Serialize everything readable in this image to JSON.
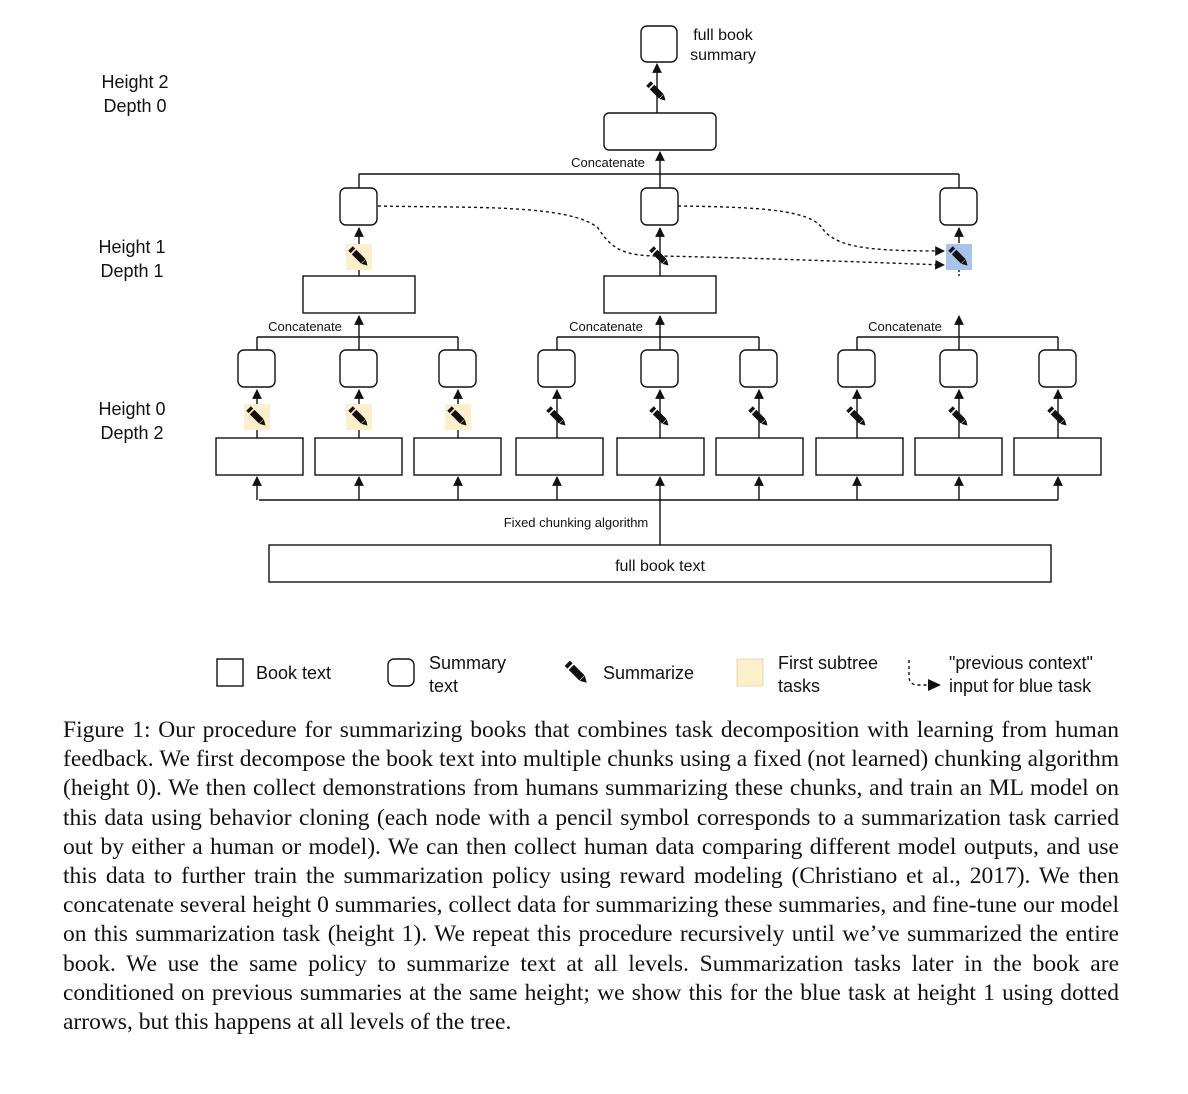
{
  "levels": [
    {
      "height_label": "Height 2",
      "depth_label": "Depth 0"
    },
    {
      "height_label": "Height 1",
      "depth_label": "Depth 1"
    },
    {
      "height_label": "Height 0",
      "depth_label": "Depth 2"
    }
  ],
  "node_labels": {
    "full_book_summary_line1": "full book",
    "full_book_summary_line2": "summary",
    "full_book_text": "full book text"
  },
  "edge_labels": {
    "concatenate": "Concatenate",
    "fixed_chunking": "Fixed chunking algorithm"
  },
  "legend": {
    "book_text": "Book text",
    "summary_text_line1": "Summary",
    "summary_text_line2": "text",
    "summarize": "Summarize",
    "first_subtree_line1": "First subtree",
    "first_subtree_line2": "tasks",
    "previous_context_line1": "\"previous context\"",
    "previous_context_line2": "input for blue task"
  },
  "colors": {
    "first_subtree_highlight": "#fbefcc",
    "blue_task_highlight": "#a9c4e8",
    "ink": "#111111"
  },
  "caption": "Figure 1:  Our procedure for summarizing books that combines task decomposition with learning from human feedback. We first decompose the book text into multiple chunks using a fixed (not learned) chunking algorithm (height 0). We then collect demonstrations from humans summarizing these chunks, and train an ML model on this data using behavior cloning (each node with a pencil symbol corresponds to a summarization task carried out by either a human or model). We can then collect human data comparing different model outputs, and use this data to further train the summarization policy using reward modeling (Christiano et al., 2017). We then concatenate several height 0 summaries, collect data for summarizing these summaries, and fine-tune our model on this summarization task (height 1). We repeat this procedure recursively until we’ve summarized the entire book. We use the same policy to summarize text at all levels. Summarization tasks later in the book are conditioned on previous summaries at the same height; we show this for the blue task at height 1 using dotted arrows, but this happens at all levels of the tree."
}
